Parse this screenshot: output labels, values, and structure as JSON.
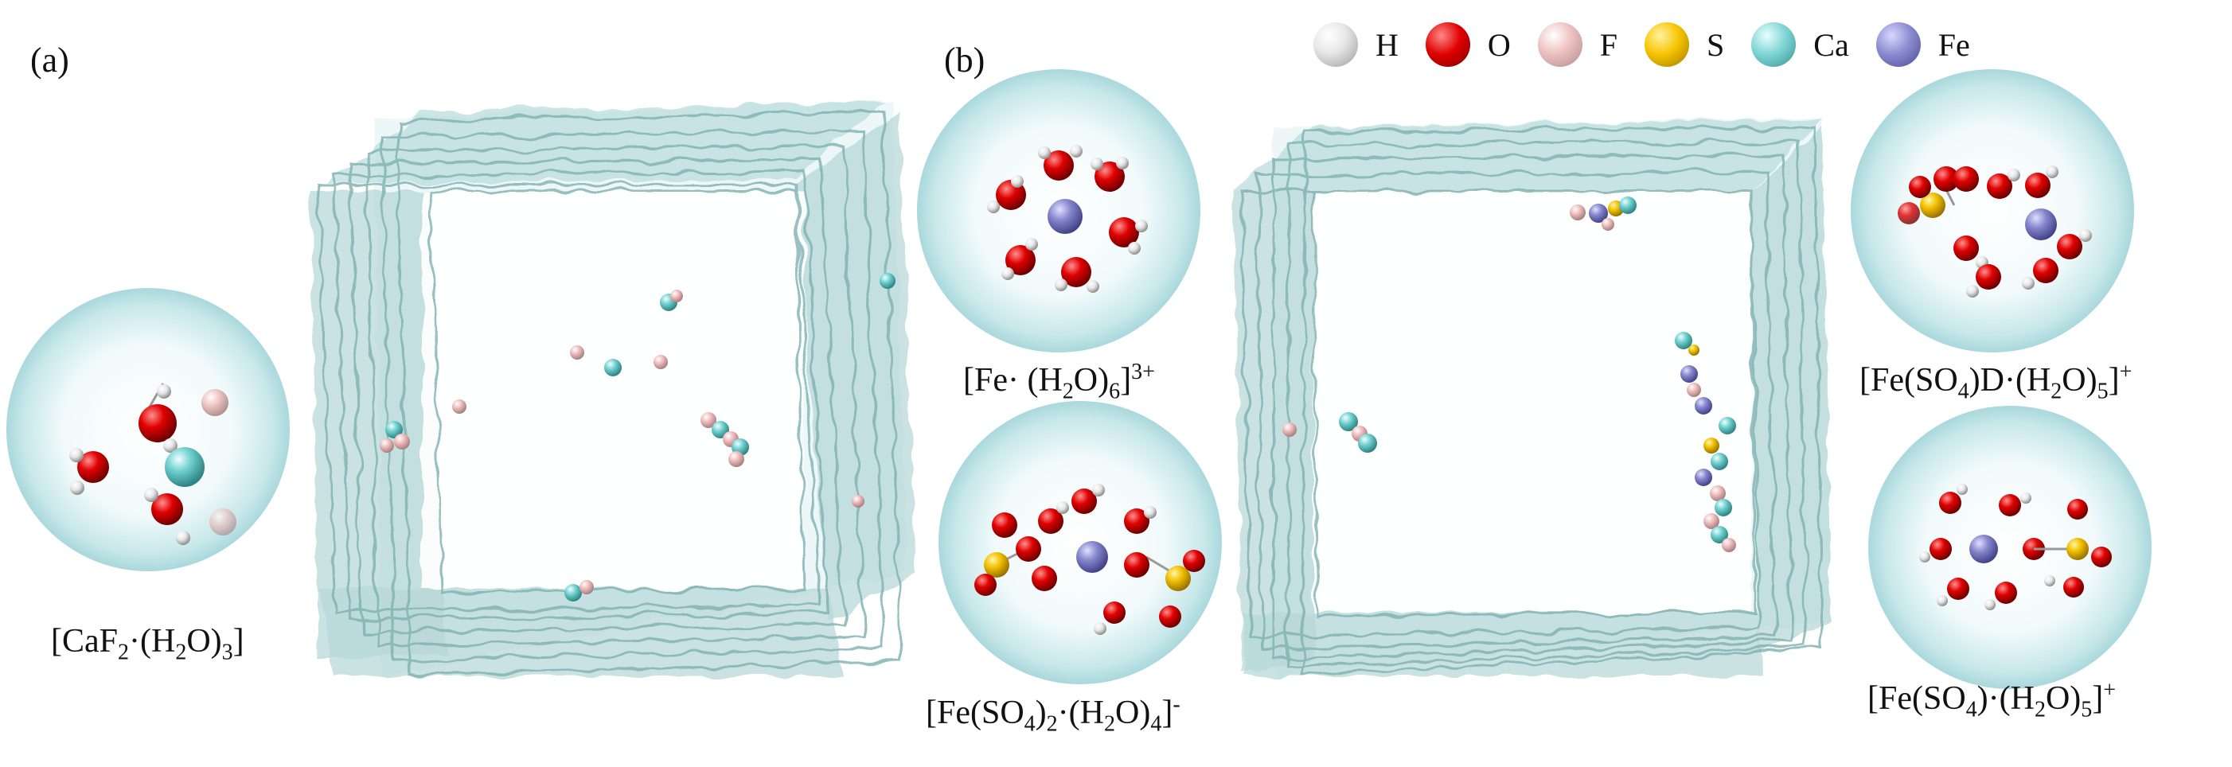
{
  "panels": {
    "a": "(a)",
    "b": "(b)"
  },
  "legend": [
    {
      "label": "H",
      "color": "#f2f2f2"
    },
    {
      "label": "O",
      "color": "#e00000"
    },
    {
      "label": "F",
      "color": "#f0c4c4"
    },
    {
      "label": "S",
      "color": "#f5c400"
    },
    {
      "label": "Ca",
      "color": "#7fd4d4"
    },
    {
      "label": "Fe",
      "color": "#8a8ad0"
    }
  ],
  "captions": {
    "caf2": {
      "pre": "[CaF",
      "s1": "2",
      "mid": "·(H",
      "s2": "2",
      "post": "O)",
      "s3": "3",
      "end": "]"
    },
    "fe_h2o6": {
      "pre": "[Fe· (H",
      "s1": "2",
      "mid": "O)",
      "s2": "6",
      "post": "]",
      "sup": "3+"
    },
    "fe_so4_2": {
      "pre": "[Fe(SO",
      "s1": "4",
      "mid": ")",
      "s2": "2",
      "mid2": "·(H",
      "s3": "2",
      "post": "O)",
      "s4": "4",
      "end": "]",
      "sup": "-"
    },
    "fe_so4_d": {
      "pre": "[Fe(SO",
      "s1": "4",
      "mid": ")D·(H",
      "s2": "2",
      "post": "O)",
      "s3": "5",
      "end": "]",
      "sup": "+"
    },
    "fe_so4_h2o5": {
      "pre": "[Fe(SO",
      "s1": "4",
      "mid": ")·(H",
      "s2": "2",
      "post": "O)",
      "s3": "5",
      "end": "]",
      "sup": "+"
    }
  },
  "colors": {
    "water_box": "#8fbcbc",
    "sphere_glow": "#bfe3e6"
  }
}
